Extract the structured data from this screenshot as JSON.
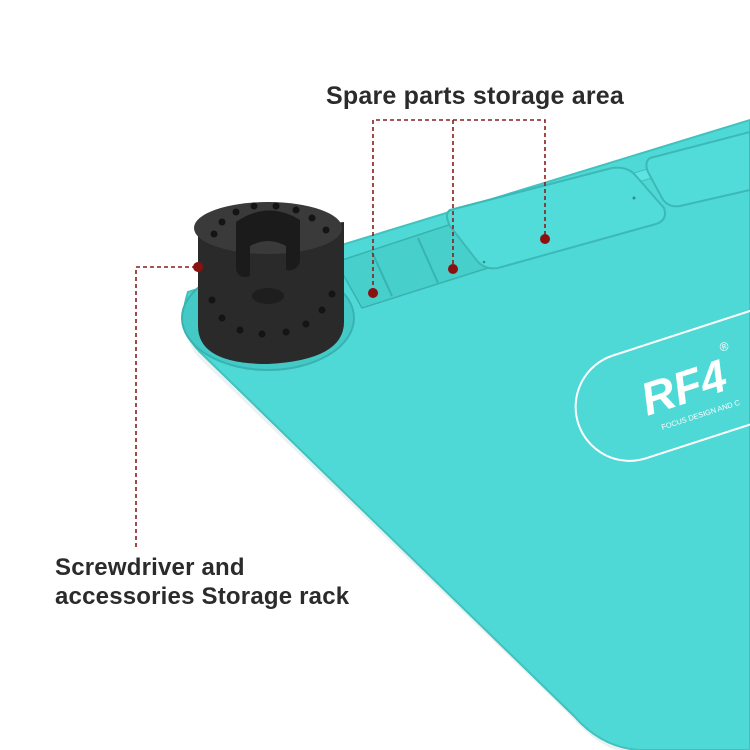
{
  "callouts": {
    "spare_parts": "Spare parts storage area",
    "rack_line1": "Screwdriver and",
    "rack_line2": "accessories Storage rack"
  },
  "logo": {
    "brand": "RF4",
    "registered": "®",
    "tagline": "FOCUS DESIGN AND C"
  },
  "colors": {
    "mat": "#4fd9d6",
    "mat_border": "#44c6c3",
    "rack": "#2a2a2a",
    "leader_line": "#8a1c1c",
    "leader_dot": "#8b1111",
    "label_text": "#2b2b2b"
  }
}
